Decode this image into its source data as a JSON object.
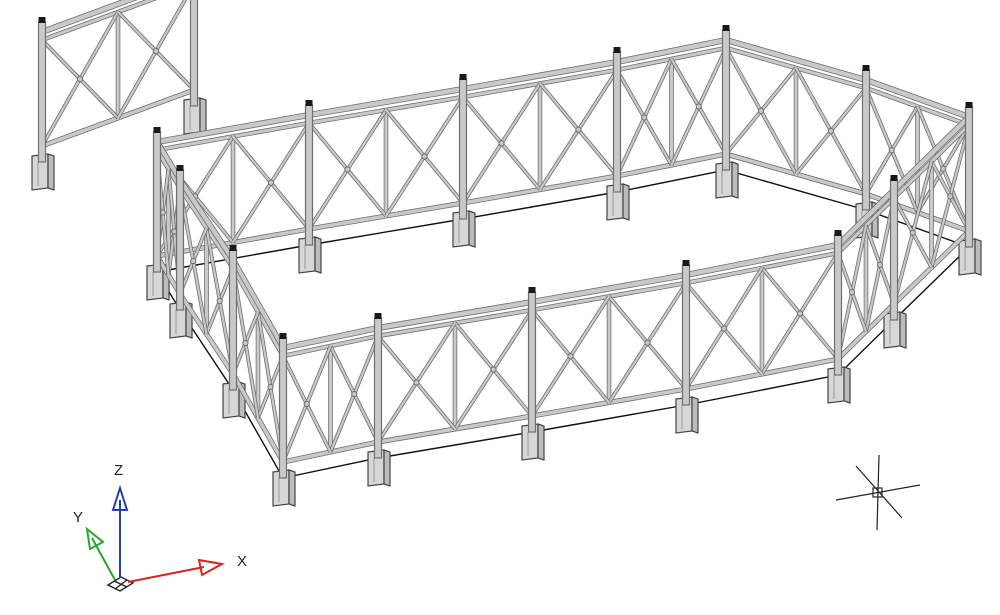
{
  "viewport": {
    "label_x": "X",
    "label_y": "Y",
    "label_z": "Z"
  },
  "colors": {
    "background": "#ffffff",
    "rail_fill": "#c9c9c9",
    "rail_edge": "#6f6f6f",
    "post_cap": "#1a1a1a",
    "footing_fill": "#d7d7d7",
    "axis_x": "#e0201b",
    "axis_y": "#2aa52a",
    "axis_z": "#1f3fb5",
    "crosshair": "#222222"
  },
  "icons": {
    "ucs": "ucs-axes-icon",
    "cursor": "crosshair-cursor-icon"
  }
}
